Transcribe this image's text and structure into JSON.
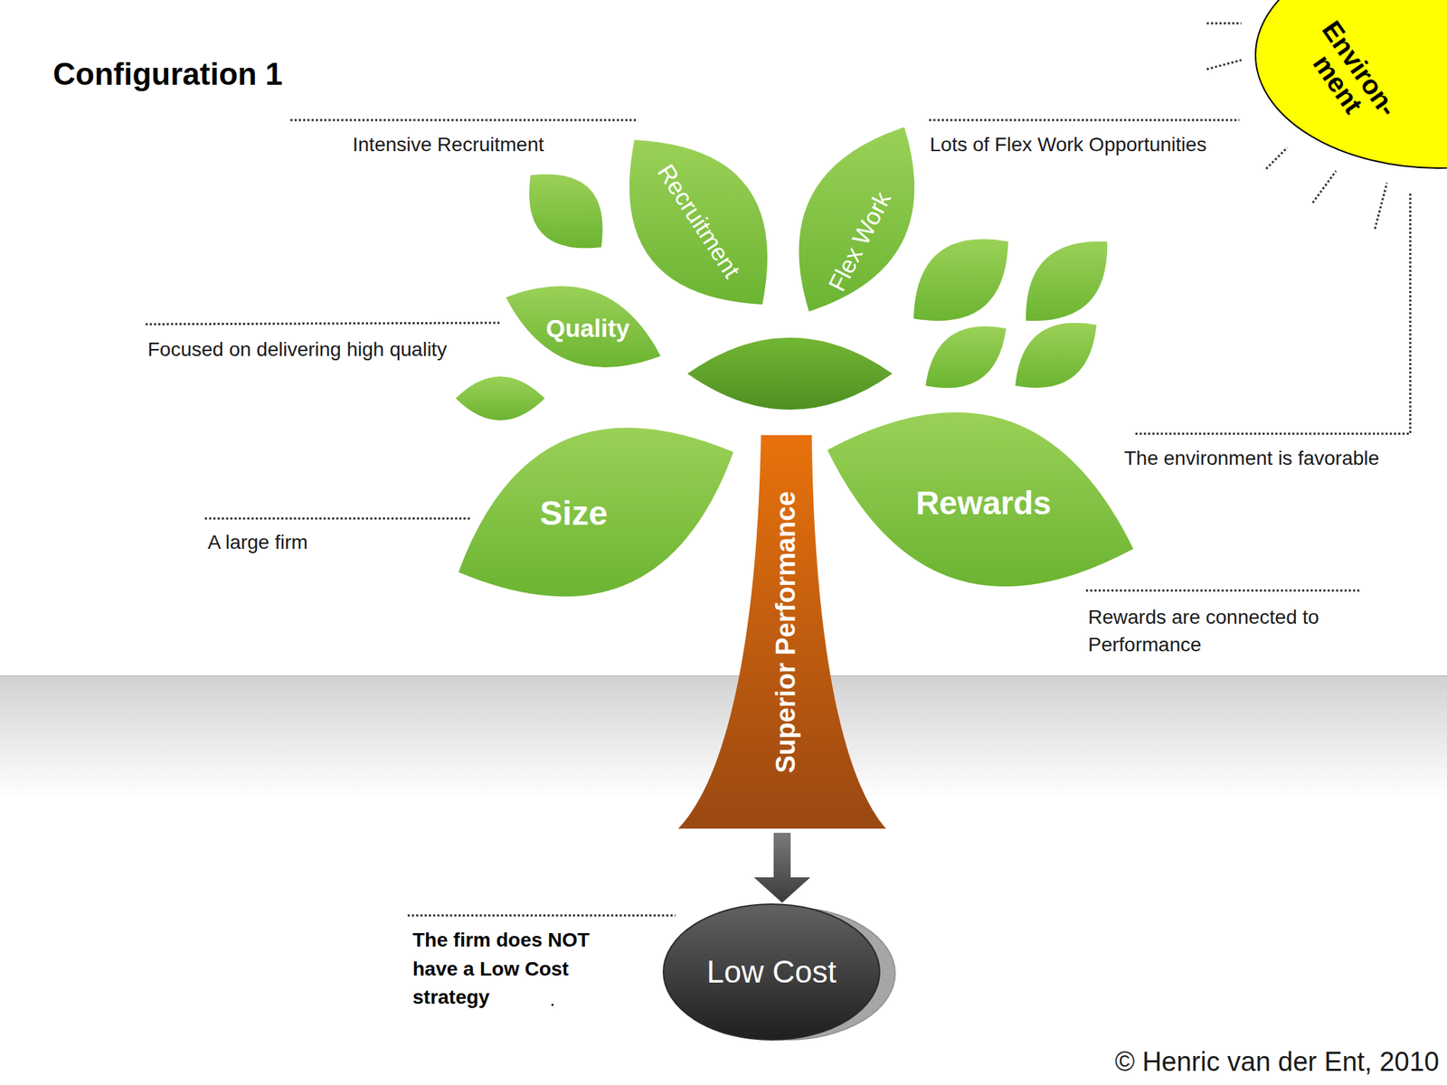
{
  "diagram": {
    "title": "Configuration 1",
    "nodes": [
      {
        "text": [
          "Environ- ment"
        ]
      },
      {
        "text": [
          "Recruitment"
        ]
      },
      {
        "text": [
          "Flex Work"
        ]
      },
      {
        "text": [
          "Quality"
        ]
      },
      {
        "text": [
          "Size"
        ]
      },
      {
        "text": [
          "Rewards"
        ]
      },
      {
        "text": [
          "Superior Performance"
        ]
      },
      {
        "text": [
          "Low Cost"
        ]
      }
    ],
    "edges": [
      {
        "from": 6,
        "to": 7,
        "arrow": "to"
      }
    ],
    "labels": [
      "Intensive Recruitment",
      "Lots of Flex Work Opportunities",
      "Focused on delivering high quality",
      "The environment is favorable",
      "A large firm",
      "Rewards are connected to Performance",
      "The firm does NOT have a Low Cost strategy",
      ".",
      "© Henric van der Ent, 2010"
    ]
  }
}
